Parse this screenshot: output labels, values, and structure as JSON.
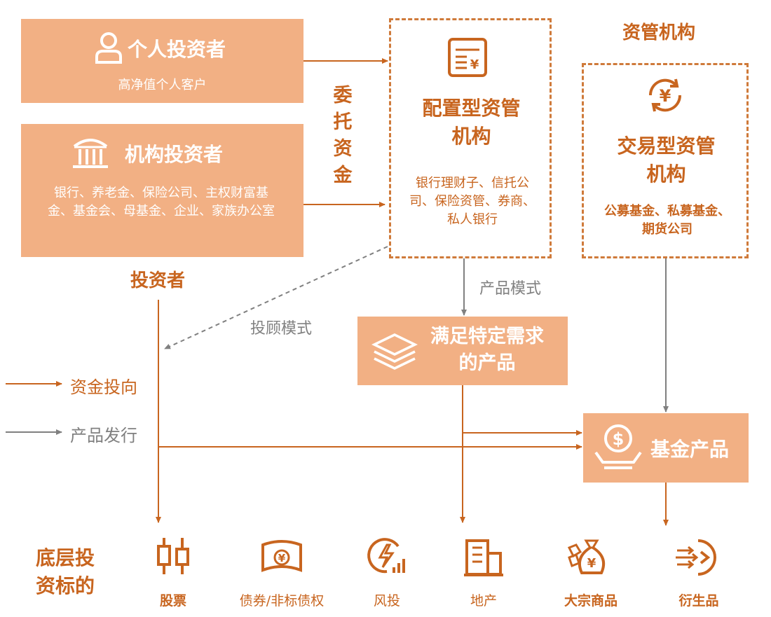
{
  "investors": {
    "individual": {
      "title": "个人投资者",
      "subtitle": "高净值个人客户"
    },
    "institutional": {
      "title": "机构投资者",
      "subtitle": "银行、养老金、保险公司、主权财富基金、基金会、母基金、企业、家族办公室"
    },
    "label": "投资者"
  },
  "entrust_label": "委托资金",
  "asset_mgmt_label": "资管机构",
  "allocation_org": {
    "title": "配置型资管机构",
    "desc": "银行理财子、信托公司、保险资管、券商、私人银行"
  },
  "trading_org": {
    "title": "交易型资管机构",
    "desc": "公募基金、私募基金、期货公司"
  },
  "product_mode": "产品模式",
  "advisory_mode": "投顾模式",
  "specific_product": "满足特定需求的产品",
  "fund_product": "基金产品",
  "legend": {
    "capital_flow": "资金投向",
    "product_issue": "产品发行"
  },
  "underlying": {
    "label": "底层投资标的",
    "items": [
      {
        "label": "股票",
        "icon": "candlestick-icon"
      },
      {
        "label": "债券/非标债权",
        "icon": "banknote-icon"
      },
      {
        "label": "风投",
        "icon": "lightning-chart-icon"
      },
      {
        "label": "地产",
        "icon": "building-icon"
      },
      {
        "label": "大宗商品",
        "icon": "money-bag-icon"
      },
      {
        "label": "衍生品",
        "icon": "derivative-icon"
      }
    ]
  },
  "colors": {
    "fill": "#f2b084",
    "line": "#c8651f",
    "gray": "#808080",
    "text_orange": "#c8651f"
  }
}
